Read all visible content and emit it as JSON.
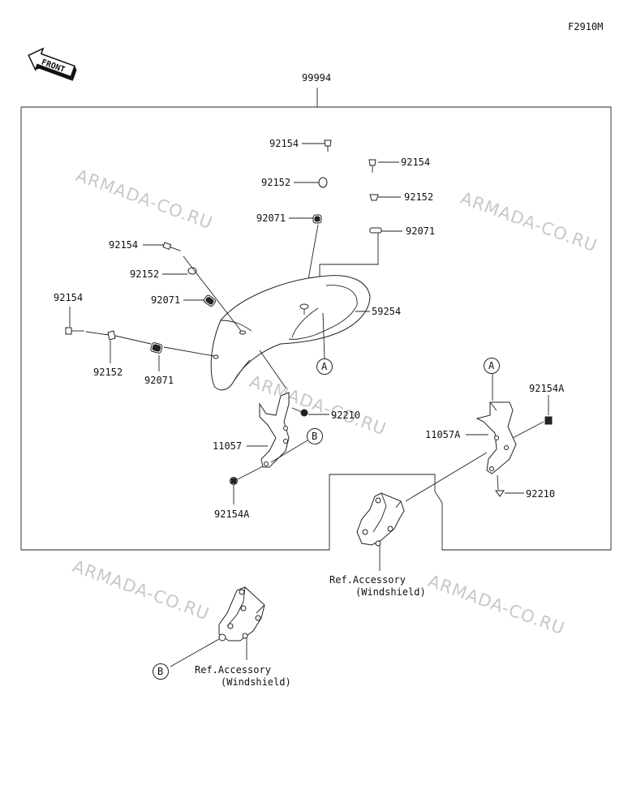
{
  "figure_code": "F2910M",
  "front_label": "FRONT",
  "watermark": "ARMADA-CO.RU",
  "kit_number": "99994",
  "callouts": {
    "a": "A",
    "b": "B"
  },
  "parts": {
    "p92154_top": "92154",
    "p92152_top": "92152",
    "p92071_top": "92071",
    "p92154_right": "92154",
    "p92152_right": "92152",
    "p92071_right": "92071",
    "p92154_mid": "92154",
    "p92152_mid": "92152",
    "p92071_mid": "92071",
    "p92154_left": "92154",
    "p92152_left": "92152",
    "p92071_left": "92071",
    "p59254": "59254",
    "p92210_left": "92210",
    "p11057": "11057",
    "p92154A_left": "92154A",
    "p11057A": "11057A",
    "p92154A_right": "92154A",
    "p92210_right": "92210"
  },
  "refs": {
    "ref1_line1": "Ref.Accessory",
    "ref1_line2": "(Windshield)",
    "ref2_line1": "Ref.Accessory",
    "ref2_line2": "(Windshield)"
  }
}
